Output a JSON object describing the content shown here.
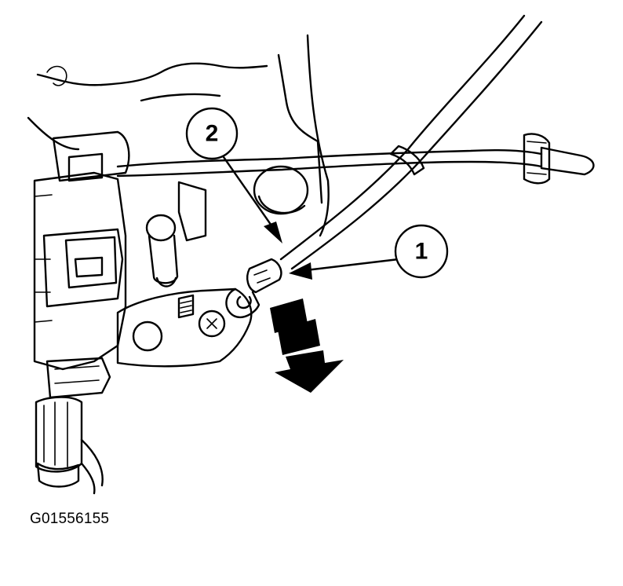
{
  "figure": {
    "id_label": "G01556155"
  },
  "callouts": [
    {
      "number": "1"
    },
    {
      "number": "2"
    }
  ],
  "colors": {
    "ink": "#000000",
    "paper": "#ffffff"
  }
}
